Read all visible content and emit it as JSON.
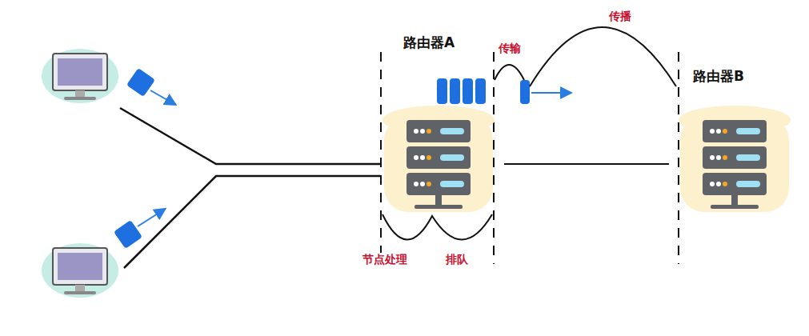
{
  "diagram": {
    "nodes": [
      {
        "text": [
          "路由器A"
        ]
      },
      {
        "text": [
          "路由器B"
        ]
      }
    ],
    "edges": [
      {
        "from": 0,
        "to": 1,
        "arrow": "none"
      }
    ],
    "labels": [
      "传输",
      "传播",
      "节点处理",
      "排队"
    ]
  }
}
